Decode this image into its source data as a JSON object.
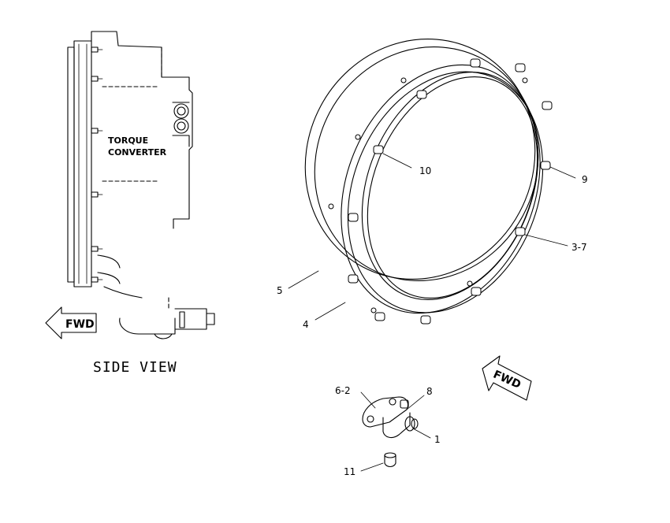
{
  "side_view": {
    "caption": "SIDE VIEW",
    "label_line1": "TORQUE",
    "label_line2": "CONVERTER",
    "fwd_label": "FWD"
  },
  "main_view": {
    "fwd_label": "FWD",
    "callouts": {
      "c10": "10",
      "c9": "9",
      "c3_7": "3-7",
      "c5": "5",
      "c4": "4",
      "c6_2": "6-2",
      "c8": "8",
      "c1": "1",
      "c11": "11"
    }
  }
}
